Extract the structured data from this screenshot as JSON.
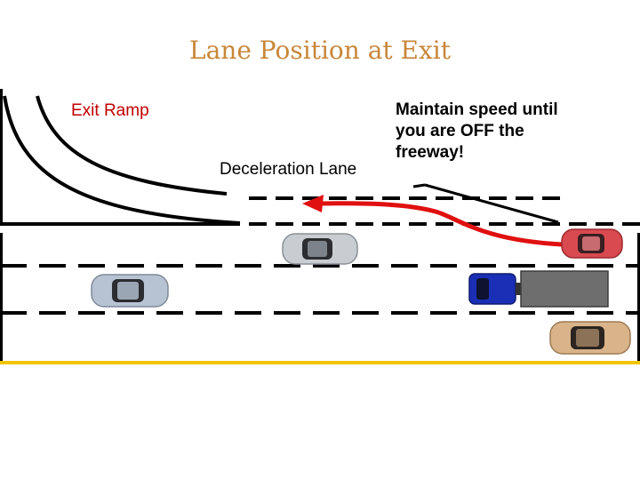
{
  "slide": {
    "title": "Lane Position at Exit"
  },
  "labels": {
    "exit_ramp": "Exit Ramp",
    "deceleration_lane": "Deceleration Lane"
  },
  "note": {
    "lines": [
      "Maintain speed until",
      "you are OFF the",
      "freeway!"
    ]
  },
  "colors": {
    "title": "#c8873a",
    "exit_ramp_label": "#c00000",
    "path_arrow": "#e01010",
    "center_line": "#f2c500",
    "lane_marking": "#000000",
    "car_silver": "#c9cdd2",
    "car_blue_gray": "#b7c3d3",
    "car_red": "#d84a50",
    "car_tan": "#d9b48a",
    "truck_cab": "#1a2fb5",
    "truck_trailer": "#6e6e6e"
  },
  "vehicles": [
    {
      "name": "car-silver-decel",
      "color": "car_silver"
    },
    {
      "name": "car-blue-gray",
      "color": "car_blue_gray"
    },
    {
      "name": "car-red-exiting",
      "color": "car_red"
    },
    {
      "name": "truck",
      "color": "truck_cab"
    },
    {
      "name": "car-tan",
      "color": "car_tan"
    }
  ]
}
